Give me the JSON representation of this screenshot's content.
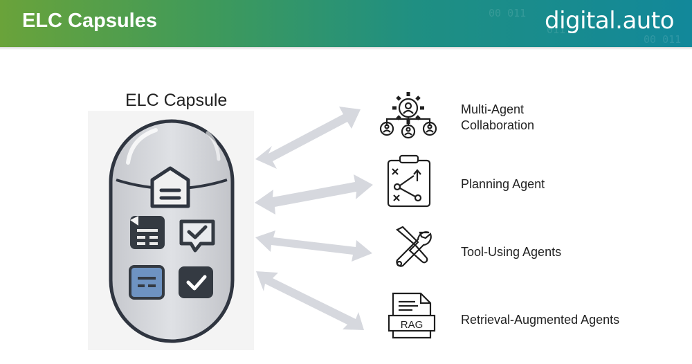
{
  "header": {
    "title": "ELC Capsules",
    "brand": "digital.auto",
    "deco_text": [
      "00 011",
      "011",
      "00 011"
    ]
  },
  "capsule": {
    "title": "ELC Capsule"
  },
  "agents": [
    {
      "label_lines": [
        "Multi-Agent",
        "Collaboration"
      ],
      "icon": "multi-agent-gear-icon"
    },
    {
      "label_lines": [
        "Planning Agent"
      ],
      "icon": "clipboard-plan-icon"
    },
    {
      "label_lines": [
        "Tool-Using Agents"
      ],
      "icon": "wrench-screwdriver-icon"
    },
    {
      "label_lines": [
        "Retrieval-Augmented Agents"
      ],
      "icon": "rag-document-icon",
      "icon_text": "RAG"
    }
  ],
  "colors": {
    "header_start": "#6aa33a",
    "header_end": "#12889a",
    "arrow": "#d6d8de",
    "capsule_body": "#d3d5da",
    "icon_dark": "#343a42",
    "icon_blue": "#6e93c2"
  }
}
